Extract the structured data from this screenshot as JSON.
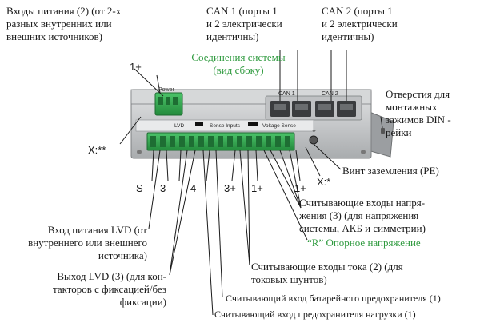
{
  "labels": {
    "power_inputs": [
      "Входы питания (2) (от 2-х",
      "разных внутренних или",
      "внешних источников)"
    ],
    "can1": [
      "CAN 1 (порты 1",
      "и 2 электрически",
      "идентичны)"
    ],
    "can2": [
      "CAN 2 (порты 1",
      "и 2 электрически",
      "идентичны)"
    ],
    "system_connections": [
      "Соединения системы",
      "(вид сбоку)"
    ],
    "din_holes": [
      "Отверстия для",
      "монтажных",
      "зажимов DIN -",
      "рейки"
    ],
    "x_star_star": "X:**",
    "one_plus_top": "1+",
    "grounding_screw": "Винт заземления (PE)",
    "voltage_sense": [
      "Считывающие входы напря-",
      "жения (3) (для напряжения",
      "системы, АКБ и симметрии)"
    ],
    "reference_voltage": "“R” Опорное напряжение",
    "lvd_power_input": [
      "Вход питания LVD (от",
      "внутреннего или внешнего",
      "источника)"
    ],
    "lvd_output": [
      "Выход LVD (3) (для кон-",
      "такторов с фиксацией/без",
      "фиксации)"
    ],
    "current_sense": [
      "Считывающие входы тока (2) (для",
      "токовых шунтов)"
    ],
    "battery_fuse": "Считывающий вход батарейного предохранителя (1)",
    "load_fuse": "Считывающий вход  предохранителя нагрузки (1)",
    "pins": {
      "s_minus": "S–",
      "three_minus": "3–",
      "four_minus": "4–",
      "three_plus": "3+",
      "one_plus_a": "1+",
      "one_plus_b": "1+",
      "x_star": "X:*"
    }
  },
  "device": {
    "power_text": "Power",
    "can1_label": "CAN 1",
    "can2_label": "CAN 2",
    "lvd_text": "LVD",
    "sense_inputs_text": "Sense Inputs",
    "voltage_sense_text": "Voltage Sense"
  },
  "colors": {
    "label_green": "#2e9a3e",
    "terminal_green": "#35a852",
    "device_body": "#c9cbcd",
    "device_dark": "#8e9193"
  }
}
